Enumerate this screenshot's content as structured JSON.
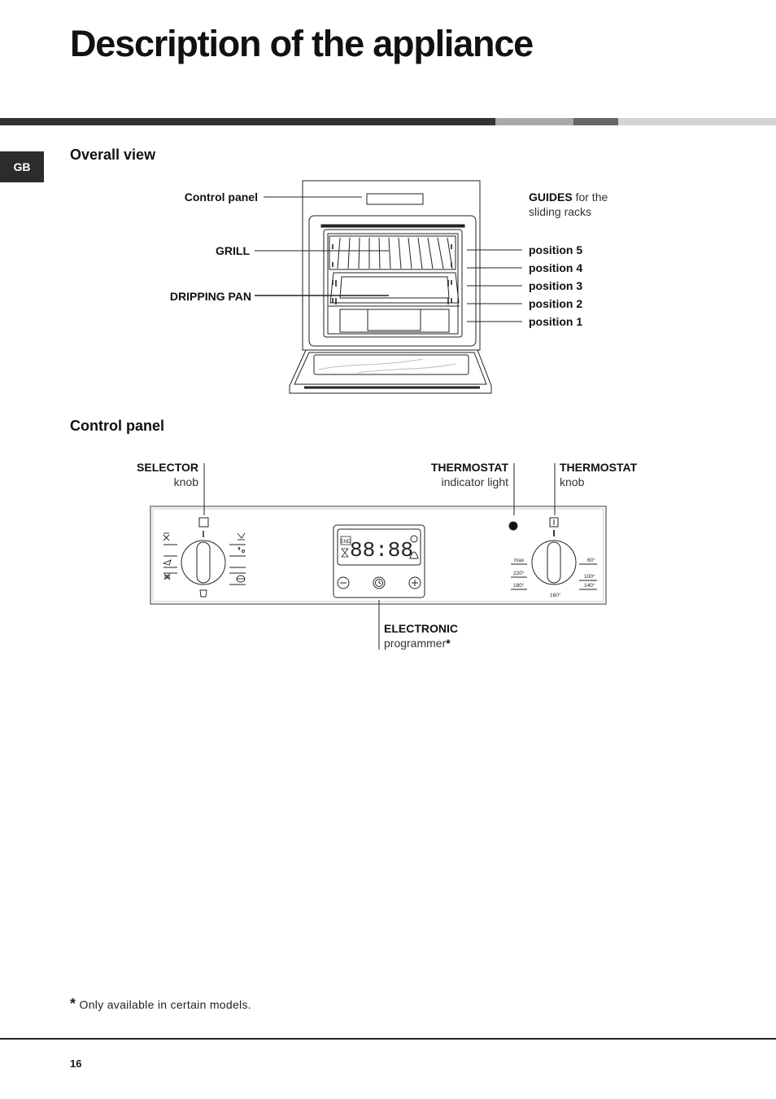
{
  "page": {
    "title": "Description of the appliance",
    "language_tab": "GB",
    "page_number": "16",
    "header_stripe_colors": [
      "#333333",
      "#a9a9a9",
      "#666666",
      "#d4d4d4"
    ]
  },
  "overall_view": {
    "heading": "Overall view",
    "labels": {
      "control_panel": "Control panel",
      "grill": "GRILL",
      "dripping_pan": "DRIPPING PAN",
      "guides_bold": "GUIDES",
      "guides_rest": " for the",
      "guides_line2": "sliding racks"
    },
    "positions": [
      "position 5",
      "position 4",
      "position 3",
      "position 2",
      "position 1"
    ]
  },
  "control_panel": {
    "heading": "Control panel",
    "selector": {
      "title": "SELECTOR",
      "sub": "knob"
    },
    "thermostat_light": {
      "title": "THERMOSTAT",
      "sub": "indicator light"
    },
    "thermostat_knob": {
      "title": "THERMOSTAT",
      "sub": "knob"
    },
    "programmer": {
      "title": "ELECTRONIC",
      "sub": "programmer",
      "mark": "*"
    },
    "display_digits": "88:88",
    "display_end": "END",
    "thermostat_scale": [
      "max",
      "220°",
      "180°",
      "160°",
      "140°",
      "100°",
      "60°"
    ]
  },
  "footnote": {
    "mark": "*",
    "text": "Only available in certain models."
  }
}
